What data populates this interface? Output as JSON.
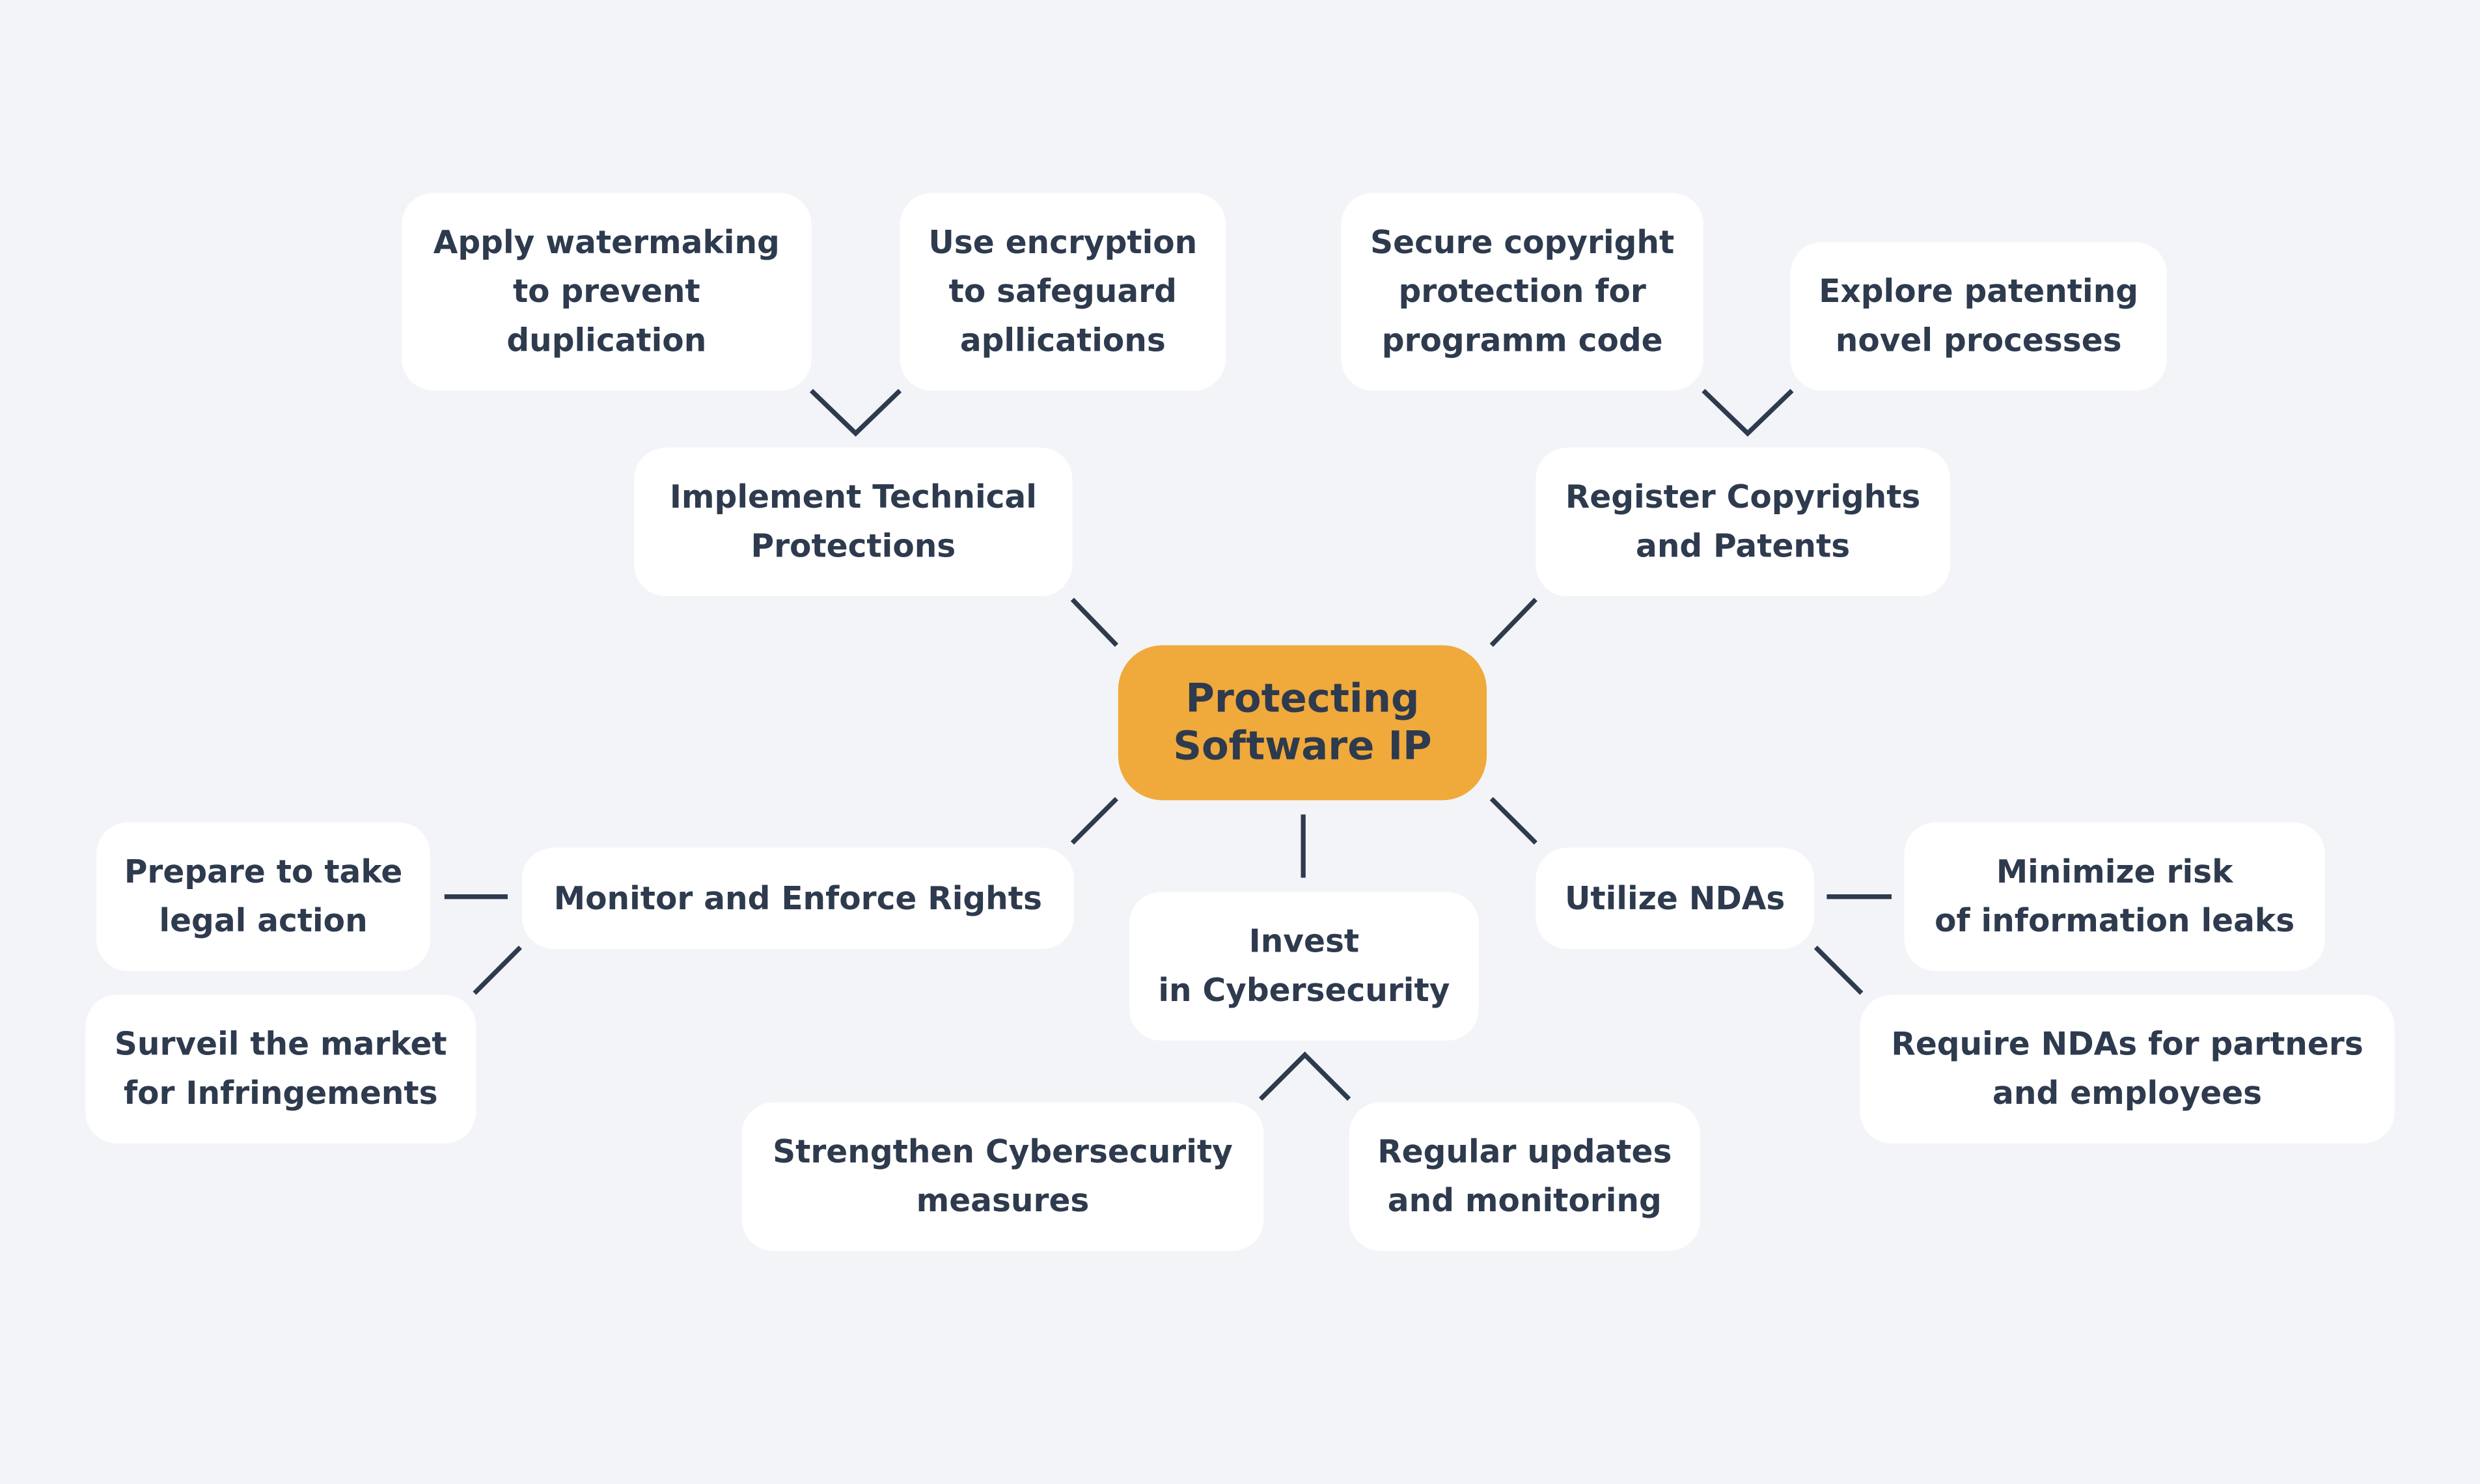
{
  "center": {
    "label": "Protecting\nSoftware IP",
    "color": "#F0A93B"
  },
  "branches": {
    "technical": "Implement Technical\nProtections",
    "copyrights": "Register Copyrights\nand Patents",
    "monitor": "Monitor and Enforce Rights",
    "cyber": "Invest\nin Cybersecurity",
    "ndas": "Utilize NDAs"
  },
  "leaves": {
    "watermark": "Apply watermaking\nto prevent\nduplication",
    "encryption": "Use encryption\nto safeguard\napllications",
    "copyright_code": "Secure copyright\nprotection for\nprogramm code",
    "patenting": "Explore patenting\nnovel processes",
    "legal_action": "Prepare to take\nlegal action",
    "surveil": "Surveil the market\nfor Infringements",
    "strengthen": "Strengthen Cybersecurity\nmeasures",
    "updates": "Regular updates\nand monitoring",
    "leaks": "Minimize risk\nof information leaks",
    "require_ndas": "Require NDAs for partners\nand employees"
  },
  "colors": {
    "text": "#2E3A4E",
    "background": "#F3F4F8",
    "node": "#FFFFFF"
  }
}
